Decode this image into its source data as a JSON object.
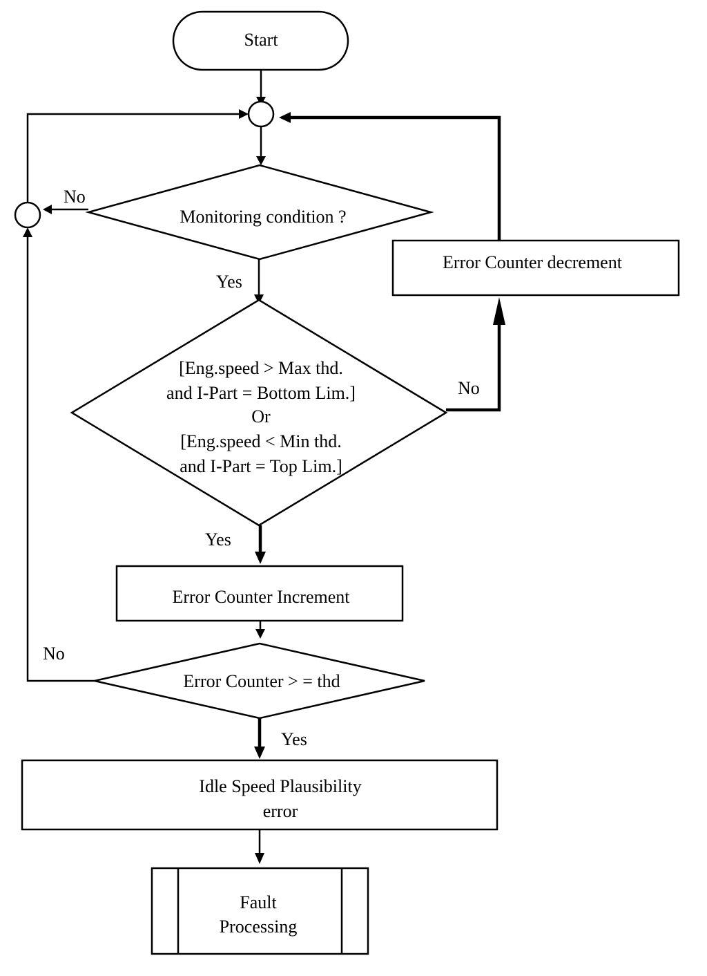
{
  "start": "Start",
  "monitoring": {
    "question": "Monitoring condition ?",
    "yes": "Yes",
    "no": "No"
  },
  "speed_check": {
    "lines": [
      "[Eng.speed > Max thd.",
      "and I-Part = Bottom Lim.]",
      "Or",
      "[Eng.speed < Min thd.",
      "and I-Part = Top Lim.]"
    ],
    "yes": "Yes",
    "no": "No"
  },
  "decrement": "Error Counter decrement",
  "increment": "Error Counter Increment",
  "threshold": {
    "question": "Error Counter > = thd",
    "yes": "Yes",
    "no": "No"
  },
  "plausibility": {
    "line1": "Idle Speed Plausibility",
    "line2": "error"
  },
  "fault": {
    "line1": "Fault",
    "line2": "Processing"
  }
}
